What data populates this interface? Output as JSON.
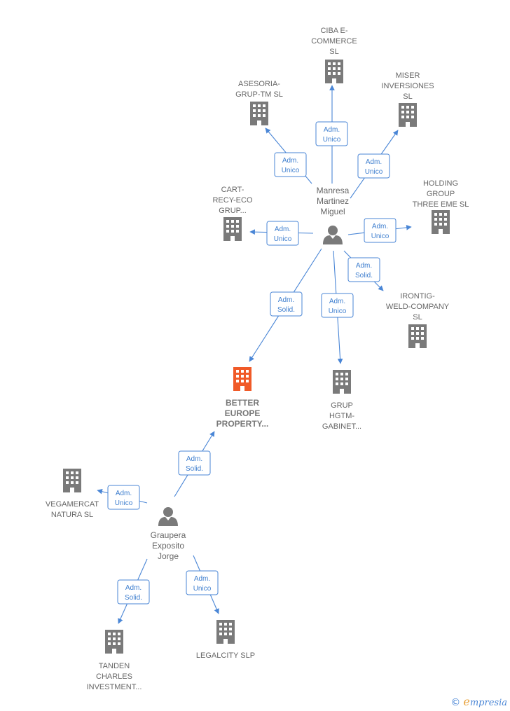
{
  "colors": {
    "edge": "#4a86d6",
    "building": "#7a7a7a",
    "focus_building": "#f05a28",
    "person": "#7a7a7a"
  },
  "persons": [
    {
      "id": "manresa",
      "label": [
        "Manresa",
        "Martinez",
        "Miguel"
      ]
    },
    {
      "id": "graupera",
      "label": [
        "Graupera",
        "Exposito",
        "Jorge"
      ]
    }
  ],
  "companies": [
    {
      "id": "ciba",
      "label": [
        "CIBA E-",
        "COMMERCE",
        "SL"
      ]
    },
    {
      "id": "asesoria",
      "label": [
        "ASESORIA-",
        "GRUP-TM  SL"
      ]
    },
    {
      "id": "miser",
      "label": [
        "MISER",
        "INVERSIONES",
        "SL"
      ]
    },
    {
      "id": "cart",
      "label": [
        "CART-",
        "RECY-ECO",
        "GRUP..."
      ]
    },
    {
      "id": "holding",
      "label": [
        "HOLDING",
        "GROUP",
        "THREE EME SL"
      ]
    },
    {
      "id": "irontig",
      "label": [
        "IRONTIG-",
        "WELD-COMPANY",
        "SL"
      ]
    },
    {
      "id": "better",
      "label": [
        "BETTER",
        "EUROPE",
        "PROPERTY..."
      ],
      "focus": true
    },
    {
      "id": "grup",
      "label": [
        "GRUP",
        "HGTM-",
        "GABINET..."
      ]
    },
    {
      "id": "vegamercat",
      "label": [
        "VEGAMERCAT",
        "NATURA SL"
      ]
    },
    {
      "id": "tanden",
      "label": [
        "TANDEN",
        "CHARLES",
        "INVESTMENT..."
      ]
    },
    {
      "id": "legalcity",
      "label": [
        "LEGALCITY SLP"
      ]
    }
  ],
  "edges": [
    {
      "from": "manresa",
      "to": "ciba",
      "role": [
        "Adm.",
        "Unico"
      ]
    },
    {
      "from": "manresa",
      "to": "asesoria",
      "role": [
        "Adm.",
        "Unico"
      ]
    },
    {
      "from": "manresa",
      "to": "miser",
      "role": [
        "Adm.",
        "Unico"
      ]
    },
    {
      "from": "manresa",
      "to": "cart",
      "role": [
        "Adm.",
        "Unico"
      ]
    },
    {
      "from": "manresa",
      "to": "holding",
      "role": [
        "Adm.",
        "Unico"
      ]
    },
    {
      "from": "manresa",
      "to": "irontig",
      "role": [
        "Adm.",
        "Solid."
      ]
    },
    {
      "from": "manresa",
      "to": "better",
      "role": [
        "Adm.",
        "Solid."
      ]
    },
    {
      "from": "manresa",
      "to": "grup",
      "role": [
        "Adm.",
        "Unico"
      ]
    },
    {
      "from": "graupera",
      "to": "better",
      "role": [
        "Adm.",
        "Solid."
      ]
    },
    {
      "from": "graupera",
      "to": "vegamercat",
      "role": [
        "Adm.",
        "Unico"
      ]
    },
    {
      "from": "graupera",
      "to": "tanden",
      "role": [
        "Adm.",
        "Solid."
      ]
    },
    {
      "from": "graupera",
      "to": "legalcity",
      "role": [
        "Adm.",
        "Unico"
      ]
    }
  ],
  "brand": {
    "copyright": "©",
    "initial": "e",
    "rest": "mpresia"
  }
}
